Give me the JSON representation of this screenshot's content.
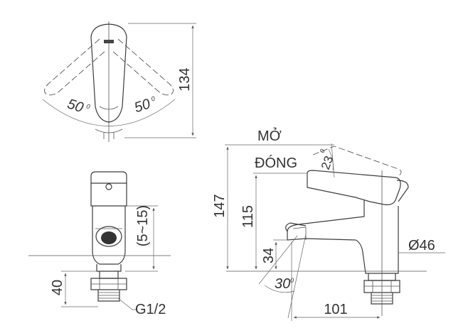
{
  "labels": {
    "top_height": "134",
    "angle_left": "50",
    "angle_right": "50",
    "degree_mark": "0",
    "state_open": "MỞ",
    "state_close": "ĐÓNG",
    "tilt_angle": "23",
    "tilt_degree": "0",
    "total_height": "147",
    "spout_height": "115",
    "outlet_height": "34",
    "outlet_angle": "30",
    "outlet_degree": "0",
    "base_diameter": "Ø46",
    "reach": "101",
    "front_range": "(5~15)",
    "shank_length": "40",
    "thread": "G1/2"
  }
}
